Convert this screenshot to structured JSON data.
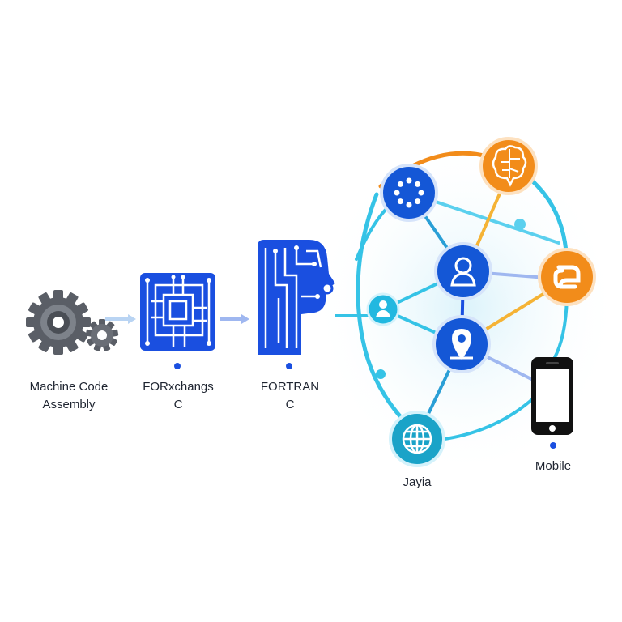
{
  "stages": [
    {
      "id": "machine",
      "lines": [
        "Machine Code",
        "Assembly"
      ],
      "icon": "gears-icon"
    },
    {
      "id": "forxchangs",
      "lines": [
        "FORxchangs",
        "C"
      ],
      "icon": "circuit-chip-icon"
    },
    {
      "id": "fortran",
      "lines": [
        "FORTRAN",
        "C"
      ],
      "icon": "circuit-head-icon"
    }
  ],
  "network": {
    "nodes": [
      {
        "id": "loader",
        "icon": "loading-dots-icon",
        "color": "#1457d6"
      },
      {
        "id": "brain",
        "icon": "brain-icon",
        "color": "#f28c1a"
      },
      {
        "id": "user-top",
        "icon": "user-icon",
        "color": "#1457d6"
      },
      {
        "id": "python",
        "icon": "python-icon",
        "color": "#f28c1a"
      },
      {
        "id": "location",
        "icon": "location-pin-icon",
        "color": "#1457d6"
      },
      {
        "id": "person-small",
        "icon": "person-icon",
        "color": "#22b8e0"
      },
      {
        "id": "globe",
        "icon": "globe-icon",
        "color": "#1aa3c8"
      },
      {
        "id": "mobile",
        "icon": "smartphone-icon",
        "color": "#111111"
      }
    ],
    "labels": {
      "globe": "Jayia",
      "mobile": "Mobile"
    }
  },
  "colors": {
    "primary_blue": "#1a4fe0",
    "cyan": "#35c3e6",
    "orange": "#f28c1a",
    "gear": "#5a5e66",
    "text": "#1e2430"
  }
}
